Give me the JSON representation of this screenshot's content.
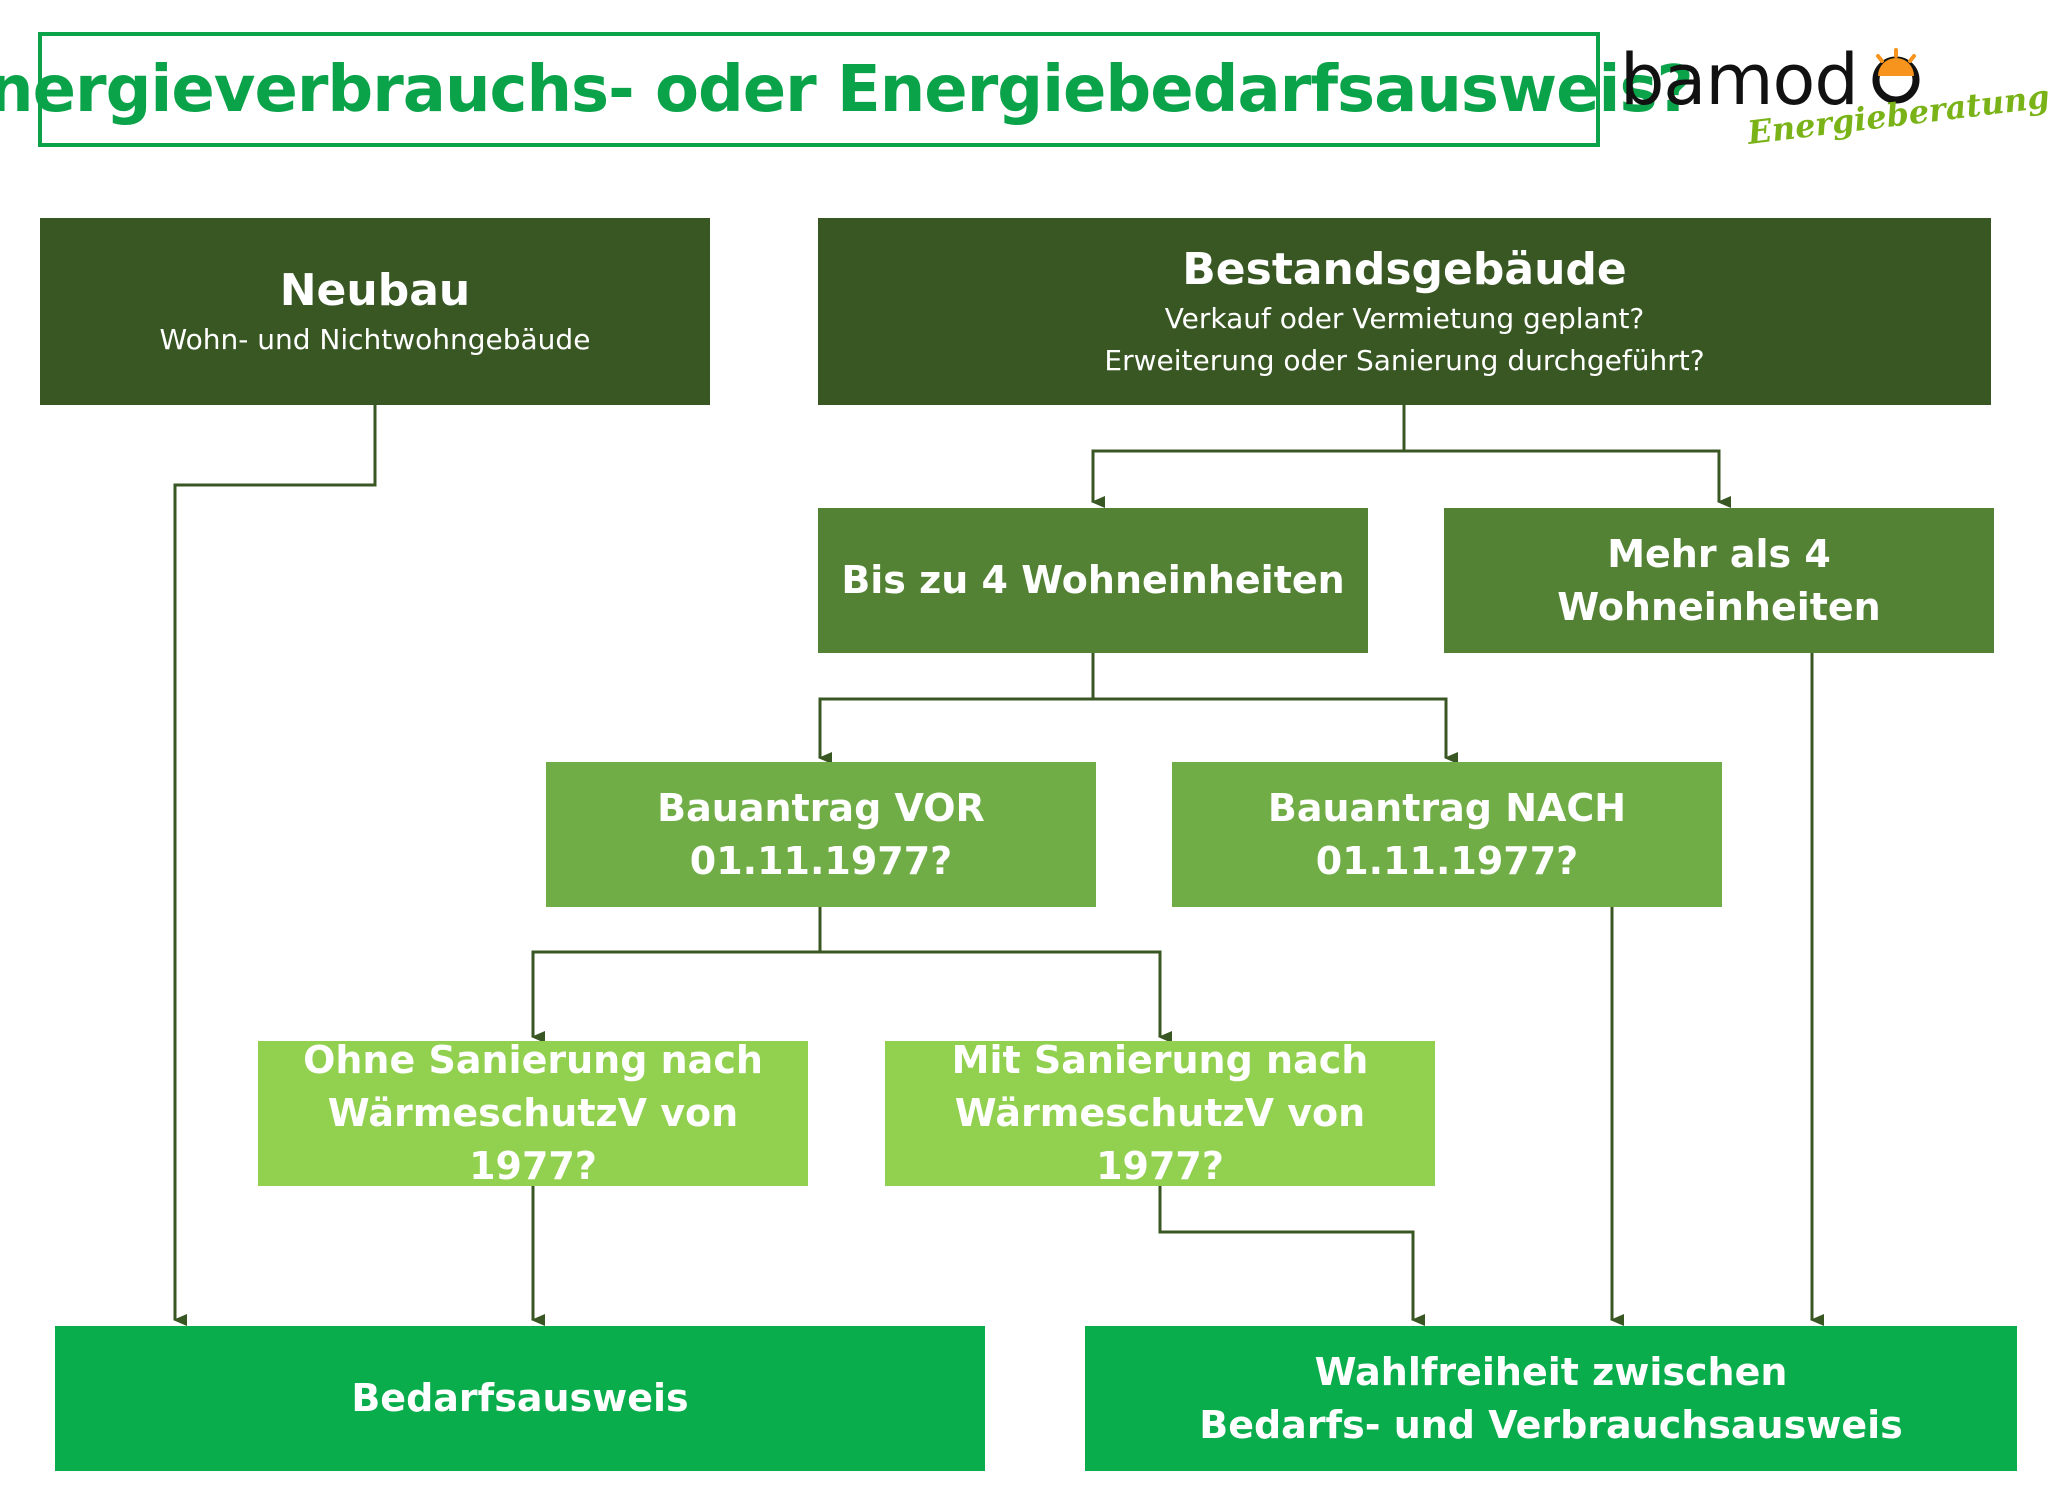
{
  "title": "Energieverbrauchs- oder Energiebedarfsausweis?",
  "logo": {
    "name": "bamodo",
    "tagline": "Energieberatung",
    "sun_color": "#f7941d"
  },
  "colors": {
    "title_green": "#0aa34a",
    "dark": "#385723",
    "mid": "#548235",
    "light": "#70ad47",
    "lighter": "#92d050",
    "result": "#09ad4c"
  },
  "nodes": {
    "neubau": {
      "title": "Neubau",
      "subtitle": "Wohn- und Nichtwohngebäude"
    },
    "bestand": {
      "title": "Bestandsgebäude",
      "line1": "Verkauf oder Vermietung geplant?",
      "line2": "Erweiterung oder Sanierung durchgeführt?"
    },
    "bis4": {
      "label": "Bis zu 4 Wohneinheiten"
    },
    "mehr4": {
      "label": "Mehr als 4 Wohneinheiten"
    },
    "vor": {
      "line1": "Bauantrag VOR",
      "line2": "01.11.1977?"
    },
    "nach": {
      "line1": "Bauantrag NACH",
      "line2": "01.11.1977?"
    },
    "ohne": {
      "line1": "Ohne Sanierung nach",
      "line2": "WärmeschutzV von 1977?"
    },
    "mit": {
      "line1": "Mit Sanierung nach",
      "line2": "WärmeschutzV von 1977?"
    },
    "bedarf": {
      "label": "Bedarfsausweis"
    },
    "wahl": {
      "line1": "Wahlfreiheit zwischen",
      "line2": "Bedarfs- und Verbrauchsausweis"
    }
  },
  "edges": [
    {
      "from": "neubau",
      "to": "bedarf"
    },
    {
      "from": "bestand",
      "to": "bis4"
    },
    {
      "from": "bestand",
      "to": "mehr4"
    },
    {
      "from": "bis4",
      "to": "vor"
    },
    {
      "from": "bis4",
      "to": "nach"
    },
    {
      "from": "vor",
      "to": "ohne"
    },
    {
      "from": "vor",
      "to": "mit"
    },
    {
      "from": "ohne",
      "to": "bedarf"
    },
    {
      "from": "mit",
      "to": "wahl"
    },
    {
      "from": "nach",
      "to": "wahl"
    },
    {
      "from": "mehr4",
      "to": "wahl"
    }
  ]
}
